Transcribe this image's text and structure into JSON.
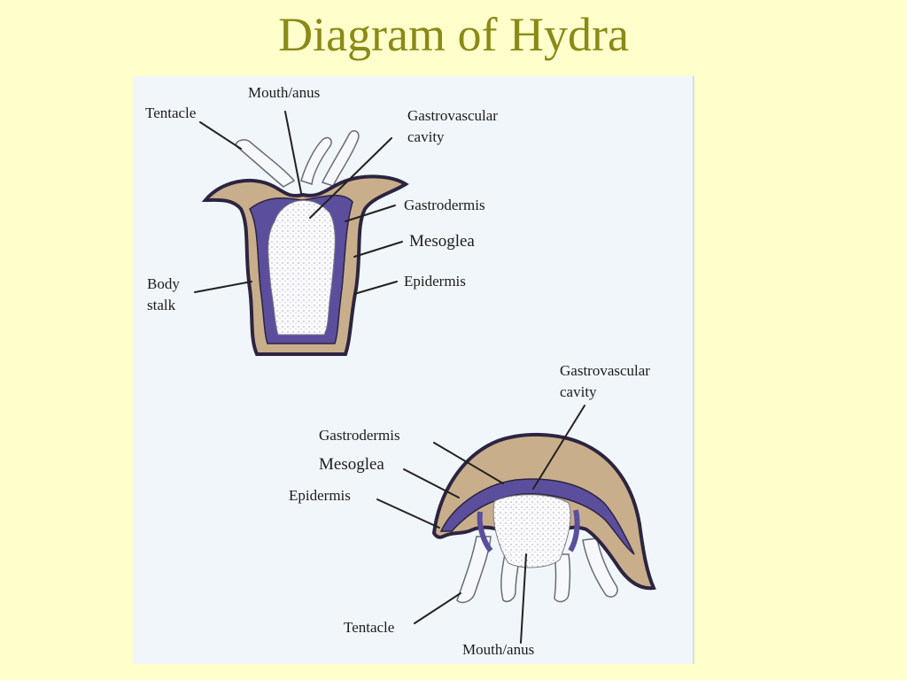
{
  "slide": {
    "title": "Diagram of Hydra"
  },
  "polyp": {
    "mouth_anus": "Mouth/anus",
    "tentacle": "Tentacle",
    "gastrovascular_line1": "Gastrovascular",
    "gastrovascular_line2": "cavity",
    "gastrodermis": "Gastrodermis",
    "mesoglea": "Mesoglea",
    "epidermis": "Epidermis",
    "body_stalk_line1": "Body",
    "body_stalk_line2": "stalk"
  },
  "medusa": {
    "gastrovascular_line1": "Gastrovascular",
    "gastrovascular_line2": "cavity",
    "gastrodermis": "Gastrodermis",
    "mesoglea": "Mesoglea",
    "epidermis": "Epidermis",
    "tentacle": "Tentacle",
    "mouth_anus": "Mouth/anus"
  },
  "colors": {
    "background": "#ffffcc",
    "title": "#8a8a16",
    "epidermis": "#c9ae8c",
    "gastrodermis": "#5b4e9c",
    "cavity": "#ffffff",
    "outline": "#2c2440"
  }
}
